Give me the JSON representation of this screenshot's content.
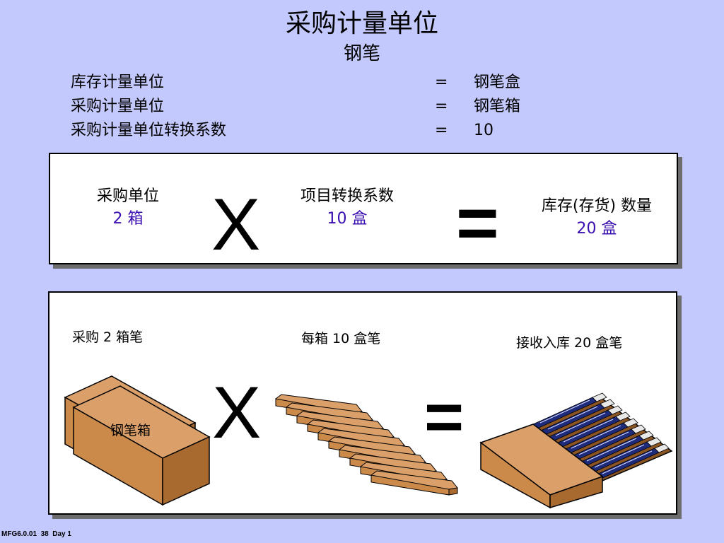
{
  "title": "采购计量单位",
  "subtitle": "钢笔",
  "definitions": [
    {
      "term": "库存计量单位",
      "eq": "=",
      "value": "钢笔盒"
    },
    {
      "term": "采购计量单位",
      "eq": "=",
      "value": "钢笔箱"
    },
    {
      "term": "采购计量单位转换系数",
      "eq": "=",
      "value": "10"
    }
  ],
  "panel1": {
    "purchase_unit_label": "采购单位",
    "purchase_unit_value": "2 箱",
    "multiply_symbol": "X",
    "conversion_label": "项目转换系数",
    "conversion_value": "10 盒",
    "equals_symbol": "=",
    "inventory_label": "库存(存货) 数量",
    "inventory_value": "20 盒"
  },
  "panel2": {
    "purchase_text": "采购 2 箱笔",
    "per_case_text": "每箱 10 盒笔",
    "receive_text": "接收入库 20 盒笔",
    "case_label": "钢笔箱",
    "multiply_symbol": "X",
    "equals_symbol": "="
  },
  "footer": "MFG6.0.01  38  Day 1",
  "colors": {
    "background": "#c3c9fc",
    "value_text": "#3a0fb0",
    "box_front": "#cc8a4a",
    "box_top": "#dba06a",
    "box_side": "#a96a30",
    "pen_blue": "#1e2a7a"
  }
}
